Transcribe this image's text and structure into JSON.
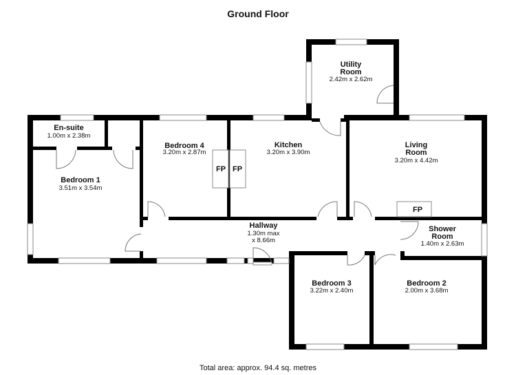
{
  "title": "Ground Floor",
  "rooms": {
    "ensuite": {
      "name": "En-suite",
      "dims": "1.00m x 2.38m"
    },
    "bedroom1": {
      "name": "Bedroom 1",
      "dims": "3.51m x 3.54m"
    },
    "bedroom4": {
      "name": "Bedroom 4",
      "dims": "3.20m x 2.87m"
    },
    "kitchen": {
      "name": "Kitchen",
      "dims": "3.20m x 3.90m"
    },
    "utility": {
      "name1": "Utility",
      "name2": "Room",
      "dims": "2.42m x 2.62m"
    },
    "living": {
      "name1": "Living",
      "name2": "Room",
      "dims": "3.20m x 4.42m"
    },
    "hallway": {
      "name": "Hallway",
      "dims1": "1.30m max",
      "dims2": "x 8.66m"
    },
    "shower": {
      "name1": "Shower",
      "name2": "Room",
      "dims": "1.40m x 2.63m"
    },
    "bedroom3": {
      "name": "Bedroom 3",
      "dims": "3.22m x 2.40m"
    },
    "bedroom2": {
      "name": "Bedroom 2",
      "dims": "2.00m x 3.68m"
    }
  },
  "fireplace_label": "FP",
  "footer": "Total area: approx. 94.4 sq. metres"
}
